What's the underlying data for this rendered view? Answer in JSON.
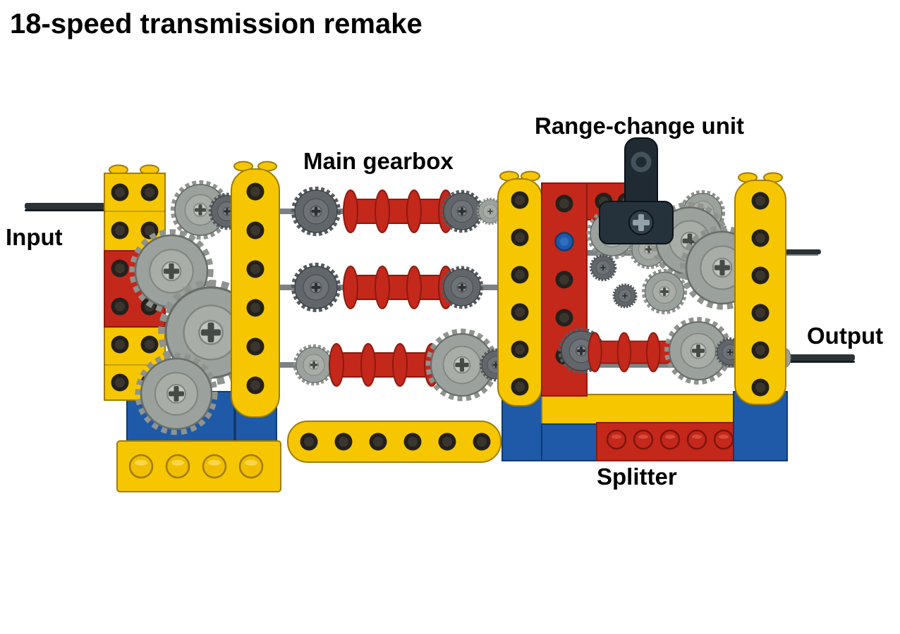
{
  "title": "18-speed transmission remake",
  "labels": {
    "main_gearbox": "Main gearbox",
    "range_change_unit": "Range-change unit",
    "input": "Input",
    "output": "Output",
    "splitter": "Splitter"
  },
  "colors": {
    "background": "#FFFFFF",
    "text": "#000000",
    "lego_yellow": "#F6C700",
    "lego_red": "#C4281B",
    "lego_blue": "#1E5AA8",
    "lego_light_gray": "#9BA19D",
    "lego_dark_gray": "#61666A",
    "lego_black": "#1F2A33",
    "axle_dark": "#2B3337"
  }
}
